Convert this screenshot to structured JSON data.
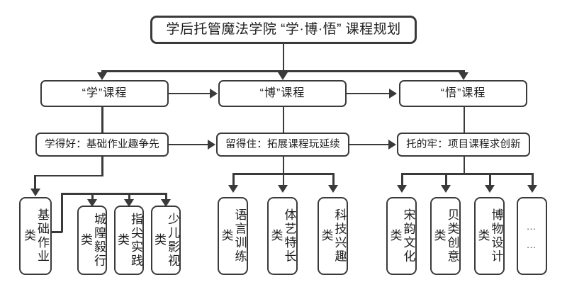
{
  "diagram": {
    "title": "学后托管魔法学院 “学·博·悟” 课程规划",
    "level2": [
      {
        "label": "“学”课程"
      },
      {
        "label": "“博”课程"
      },
      {
        "label": "“悟”课程"
      }
    ],
    "level3": [
      {
        "label": "学得好：基础作业趣争先"
      },
      {
        "label": "留得住：拓展课程玩延续"
      },
      {
        "label": "托的牢：项目课程求创新"
      }
    ],
    "groups": [
      {
        "name": "学-group",
        "leaves": [
          {
            "label": "基础作业类"
          },
          {
            "label": "城隍毅行类"
          },
          {
            "label": "指尖实践类"
          },
          {
            "label": "少儿影视类"
          }
        ]
      },
      {
        "name": "博-group",
        "leaves": [
          {
            "label": "语言训练类"
          },
          {
            "label": "体艺特长类"
          },
          {
            "label": "科技兴趣类"
          }
        ]
      },
      {
        "name": "悟-group",
        "leaves": [
          {
            "label": "宋韵文化类"
          },
          {
            "label": "贝类创意类"
          },
          {
            "label": "博物设计类"
          },
          {
            "label": "…",
            "label2": "…"
          }
        ]
      }
    ],
    "colors": {
      "border": "#3a3a3a",
      "text": "#1d1d1d",
      "background": "#ffffff"
    }
  }
}
